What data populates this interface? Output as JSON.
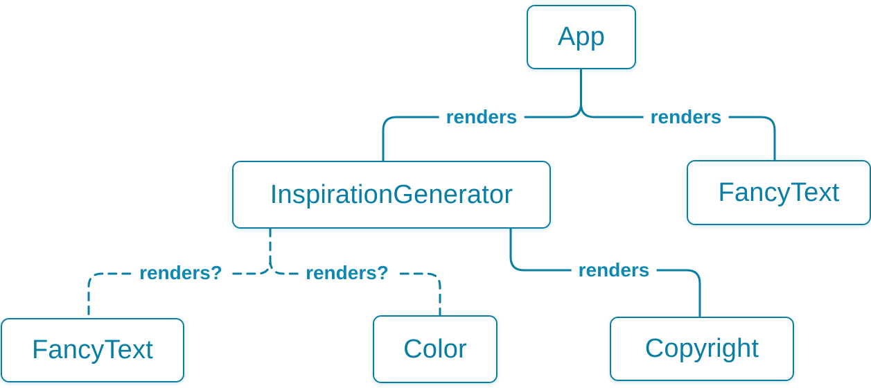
{
  "colors": {
    "accent": "#087ea4",
    "node_background": "#ffffff",
    "canvas_background": "#ffffff"
  },
  "nodes": {
    "app": {
      "label": "App"
    },
    "inspiration_generator": {
      "label": "InspirationGenerator"
    },
    "fancy_text_top": {
      "label": "FancyText"
    },
    "fancy_text_bottom": {
      "label": "FancyText"
    },
    "color": {
      "label": "Color"
    },
    "copyright": {
      "label": "Copyright"
    }
  },
  "edges": {
    "app_to_inspiration_generator": {
      "label": "renders",
      "style": "solid"
    },
    "app_to_fancy_text": {
      "label": "renders",
      "style": "solid"
    },
    "inspiration_generator_to_copyright": {
      "label": "renders",
      "style": "solid"
    },
    "inspiration_generator_to_fancy_text": {
      "label": "renders?",
      "style": "dashed"
    },
    "inspiration_generator_to_color": {
      "label": "renders?",
      "style": "dashed"
    }
  }
}
